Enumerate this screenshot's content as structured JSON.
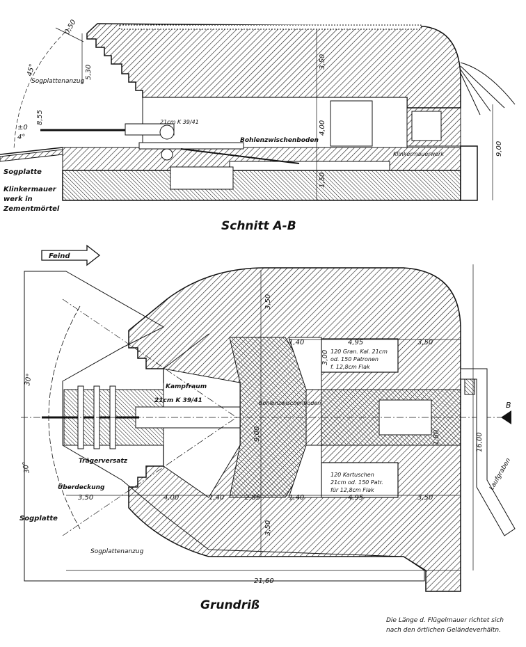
{
  "section": {
    "title": "Schnitt A-B",
    "labels": {
      "sogplattenanzug": "Sogplattenanzug",
      "sogplatte": "Sogplatte",
      "klinker_line1": "Klinkermauer",
      "klinker_line2": "werk in",
      "klinker_line3": "Zementmörtel",
      "bohlenzwischenboden": "Bohlenzwischenboden",
      "klinkermauerwerk": "Klinkermauerwerk",
      "gun": "21cm K 39/41"
    },
    "dims": {
      "d050": "0,50",
      "d530": "5,30",
      "d855": "8,55",
      "d350": "3,50",
      "d400": "4,00",
      "d150": "1,50",
      "d900": "9,00",
      "a45": "45°",
      "a0": "±0",
      "a4": "4°"
    }
  },
  "plan": {
    "title": "Grundriß",
    "feind": "Feind",
    "labels": {
      "kampfraum": "Kampfraum",
      "gun": "21cm K 39/41",
      "bohlenzwischenboden": "Bohlenzwischenboden",
      "traegerversatz": "Trägerversatz",
      "ueberdeckung": "Überdeckung",
      "sogplatte": "Sogplatte",
      "sogplattenanzug": "Sogplattenanzug",
      "laufgraben": "Laufgraben",
      "b": "B",
      "store_top_1": "120 Gran. Kal. 21cm",
      "store_top_2": "od. 150 Patronen",
      "store_top_3": "f. 12,8cm Flak",
      "store_bot_1": "120 Kartuschen",
      "store_bot_2": "21cm od. 150 Patr.",
      "store_bot_3": "für 12,8cm Flak"
    },
    "dims": {
      "d350_top": "3,50",
      "d140_a": "1,40",
      "d495": "4,95",
      "d350_r": "3,50",
      "d300": "3,00",
      "d900": "9,00",
      "d180": "1,80",
      "d1600": "16,00",
      "d350_l": "3,50",
      "d400": "4,00",
      "d140_b": "1,40",
      "d285": "2,85",
      "d140_c": "1,40",
      "d495_b": "4,95",
      "d350_br": "3,50",
      "d350_bot": "3,50",
      "d2160": "21,60",
      "a30_top": "30°",
      "a30_bot": "30°"
    },
    "note_line1": "Die Länge d. Flügelmauer richtet sich",
    "note_line2": "nach den örtlichen Geländeverhältn."
  }
}
